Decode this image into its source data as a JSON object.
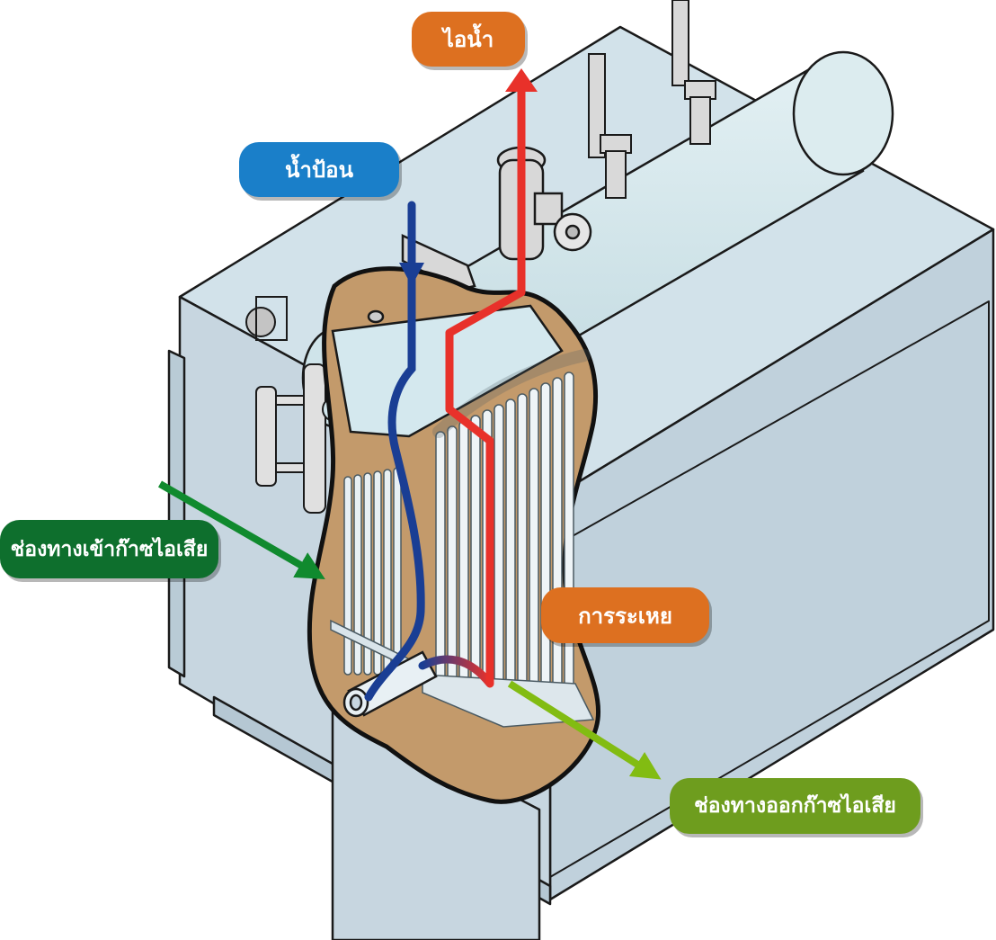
{
  "labels": {
    "steam": "ไอน้ำ",
    "feedwater": "น้ำป้อน",
    "gas_inlet": "ช่องทางเข้าก๊าซไอเสีย",
    "evaporation": "การระเหย",
    "gas_outlet": "ช่องทางออกก๊าซไอเสีย"
  },
  "colors": {
    "steam_flow": "#e8312a",
    "feedwater_flow": "#1a3e94",
    "gas_inlet_arrow": "#108a2e",
    "gas_outlet_arrow": "#82bc12",
    "boiler_body": "#c7d6e0",
    "cutaway": "#c39a6b",
    "label_orange": "#dd7020",
    "label_blue": "#1a7fc9",
    "label_dark_green": "#0e6f2d",
    "label_olive": "#6e9d1e"
  }
}
